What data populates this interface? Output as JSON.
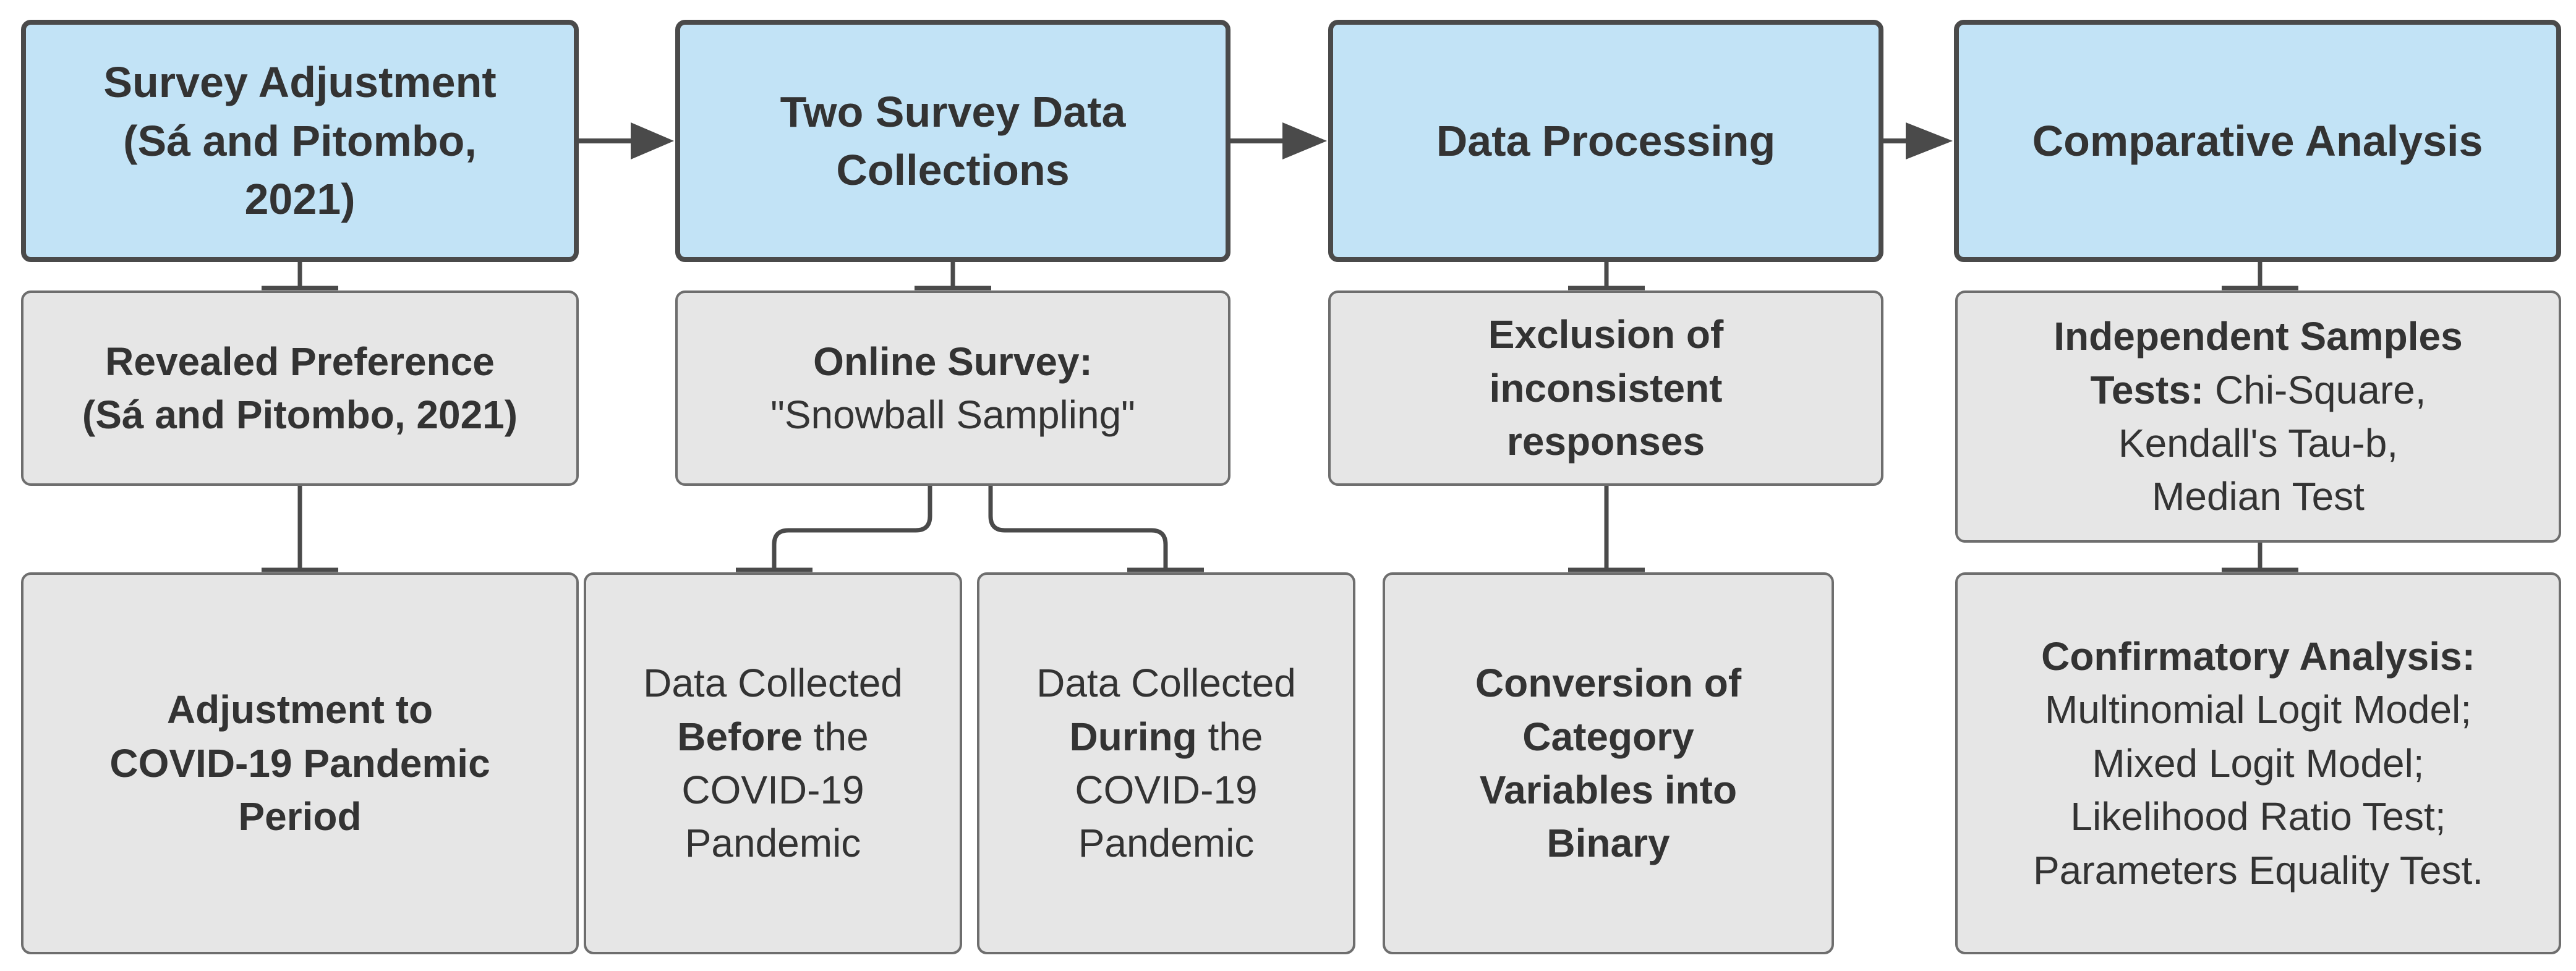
{
  "colors": {
    "header_fill": "#c2e3f6",
    "header_border": "#4a4a4a",
    "box_fill": "#e6e6e6",
    "box_border": "#6e6e6e",
    "connector": "#4a4a4a",
    "text": "#333333"
  },
  "steps": [
    {
      "header": [
        "Survey Adjustment",
        "(Sá and Pitombo,",
        "2021)"
      ],
      "box1": [
        "Revealed Preference",
        "(Sá and Pitombo, 2021)"
      ],
      "box2": [
        "Adjustment to",
        "COVID-19 Pandemic",
        "Period"
      ]
    },
    {
      "header": [
        "Two Survey Data",
        "Collections"
      ],
      "box1": {
        "bold": "Online Survey:",
        "normal": "\"Snowball Sampling\""
      },
      "before": {
        "line1": "Data Collected",
        "bold": "Before",
        "rest": " the",
        "line3": "COVID-19",
        "line4": "Pandemic"
      },
      "during": {
        "line1": "Data Collected",
        "bold": "During",
        "rest": " the",
        "line3": "COVID-19",
        "line4": "Pandemic"
      }
    },
    {
      "header": [
        "Data Processing"
      ],
      "box1": [
        "Exclusion of",
        "inconsistent",
        "responses"
      ],
      "box2": [
        "Conversion of",
        "Category",
        "Variables into",
        "Binary"
      ]
    },
    {
      "header": [
        "Comparative Analysis"
      ],
      "box1": {
        "line1": "Independent Samples",
        "bold2": "Tests:",
        "rest2": " Chi-Square,",
        "line3": "Kendall's Tau-b,",
        "line4": "Median Test"
      },
      "box2": {
        "bold": "Confirmatory Analysis:",
        "lines": [
          "Multinomial Logit Model;",
          "Mixed Logit Model;",
          "Likelihood Ratio Test;",
          "Parameters Equality Test."
        ]
      }
    }
  ]
}
